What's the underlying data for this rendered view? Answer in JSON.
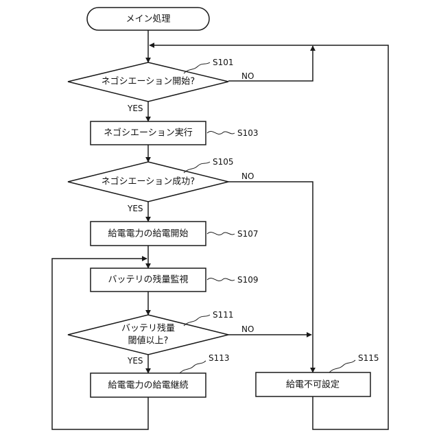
{
  "flowchart": {
    "start": "メイン処理",
    "d101": "ネゴシエーション開始?",
    "p103": "ネゴシエーション実行",
    "d105": "ネゴシエーション成功?",
    "p107": "給電電力の給電開始",
    "p109": "バッテリの残量監視",
    "d111_line1": "バッテリ残量",
    "d111_line2": "閾値以上?",
    "p113": "給電電力の給電継続",
    "p115": "給電不可設定"
  },
  "steps": {
    "s101": "S101",
    "s103": "S103",
    "s105": "S105",
    "s107": "S107",
    "s109": "S109",
    "s111": "S111",
    "s113": "S113",
    "s115": "S115"
  },
  "branches": {
    "yes": "YES",
    "no": "NO"
  }
}
